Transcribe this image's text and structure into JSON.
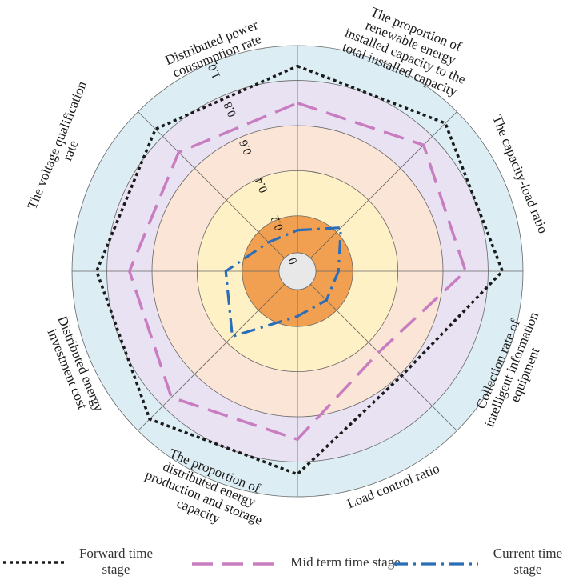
{
  "chart_data": {
    "type": "radar",
    "axes": [
      "The proportion of renewable energy installed capacity to the total installed capacity",
      "The capacity-load ratio",
      "Collection rate of intelligent information equipment",
      "Load control ratio",
      "The proportion of distributed energy production and storage capacity",
      "Distributed energy investment cost",
      "The voltage qualification rate",
      "Distributed power consumption rate"
    ],
    "axis_label_lines": [
      [
        "The proportion of",
        "renewable energy",
        "installed capacity to the",
        "total installed capacity"
      ],
      [
        "The capacity-load ratio"
      ],
      [
        "Collection rate of",
        "intelligent information",
        "equipment"
      ],
      [
        "Load control ratio"
      ],
      [
        "The proportion of",
        "distributed energy",
        "production and storage",
        "capacity"
      ],
      [
        "Distributed energy",
        "investment cost"
      ],
      [
        "The voltage qualification",
        "rate"
      ],
      [
        "Distributed power",
        "consumption rate"
      ]
    ],
    "ticks": [
      "0",
      "0.2",
      "0.4",
      "0.6",
      "0.8",
      "1.0"
    ],
    "tick_values": [
      0,
      0.2,
      0.4,
      0.6,
      0.8,
      1.0
    ],
    "r_range": [
      0,
      1.1
    ],
    "series": [
      {
        "name": "Forward time stage",
        "color": "#1a1a1a",
        "values": [
          1.0,
          1.02,
          1.0,
          0.72,
          0.99,
          1.02,
          0.98,
          0.98
        ]
      },
      {
        "name": "Mid term time stage",
        "color": "#c87dc0",
        "values": [
          0.82,
          0.87,
          0.82,
          0.56,
          0.82,
          0.87,
          0.82,
          0.82
        ]
      },
      {
        "name": "Current time stage",
        "color": "#2a6db8",
        "values": [
          0.2,
          0.3,
          0.2,
          0.2,
          0.22,
          0.45,
          0.35,
          0.2
        ]
      }
    ],
    "legend_lines": [
      [
        "Forward time",
        "stage"
      ],
      [
        "Mid term time stage"
      ],
      [
        "Current time",
        "stage"
      ]
    ],
    "ring_colors": [
      "#e8e8e8",
      "#f0a050",
      "#fff1c6",
      "#fbe5d6",
      "#e9e2f2",
      "#dcedf4"
    ],
    "legend": "bottom"
  }
}
